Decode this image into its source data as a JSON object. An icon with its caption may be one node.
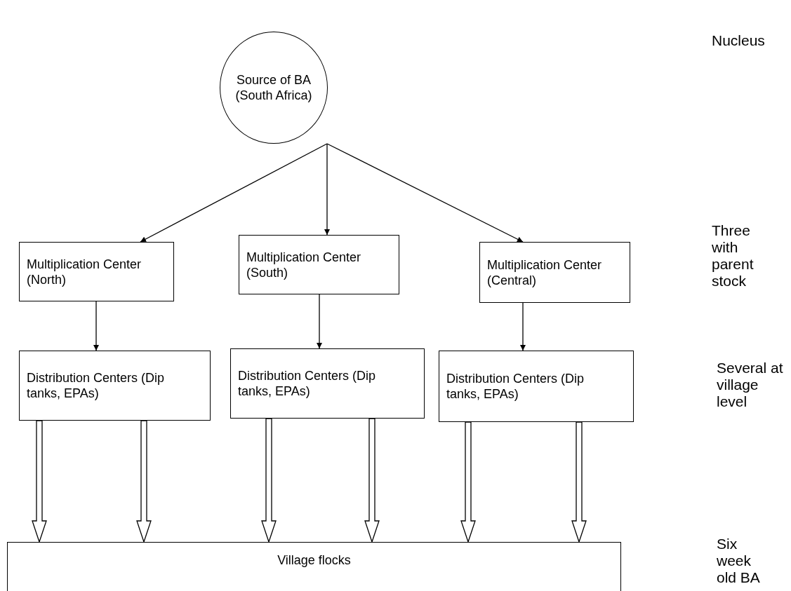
{
  "diagram": {
    "nodes": [
      {
        "text": [
          "Source of BA (South Africa)"
        ]
      },
      {
        "text": [
          "Multiplication Center (North)"
        ]
      },
      {
        "text": [
          "Multiplication Center (South)"
        ]
      },
      {
        "text": [
          "Multiplication Center (Central)"
        ]
      },
      {
        "text": [
          "Distribution Centers (Dip tanks, EPAs)"
        ]
      },
      {
        "text": [
          "Distribution Centers (Dip tanks, EPAs)"
        ]
      },
      {
        "text": [
          "Distribution Centers (Dip tanks, EPAs)"
        ]
      },
      {
        "text": [
          "Village flocks"
        ]
      }
    ],
    "edges": [
      {
        "from": 0,
        "to": 1,
        "arrow": "to"
      },
      {
        "from": 0,
        "to": 2,
        "arrow": "to"
      },
      {
        "from": 0,
        "to": 3,
        "arrow": "to"
      },
      {
        "from": 1,
        "to": 4,
        "arrow": "to"
      },
      {
        "from": 2,
        "to": 5,
        "arrow": "to"
      },
      {
        "from": 3,
        "to": 6,
        "arrow": "to"
      },
      {
        "from": 4,
        "to": 7,
        "arrow": "to",
        "style": "thick"
      },
      {
        "from": 4,
        "to": 7,
        "arrow": "to",
        "style": "thick"
      },
      {
        "from": 5,
        "to": 7,
        "arrow": "to",
        "style": "thick"
      },
      {
        "from": 5,
        "to": 7,
        "arrow": "to",
        "style": "thick"
      },
      {
        "from": 6,
        "to": 7,
        "arrow": "to",
        "style": "thick"
      },
      {
        "from": 6,
        "to": 7,
        "arrow": "to",
        "style": "thick"
      }
    ],
    "labels": [
      "Nucleus",
      "Three with parent stock",
      "Several at village level",
      "Six week old BA"
    ]
  }
}
